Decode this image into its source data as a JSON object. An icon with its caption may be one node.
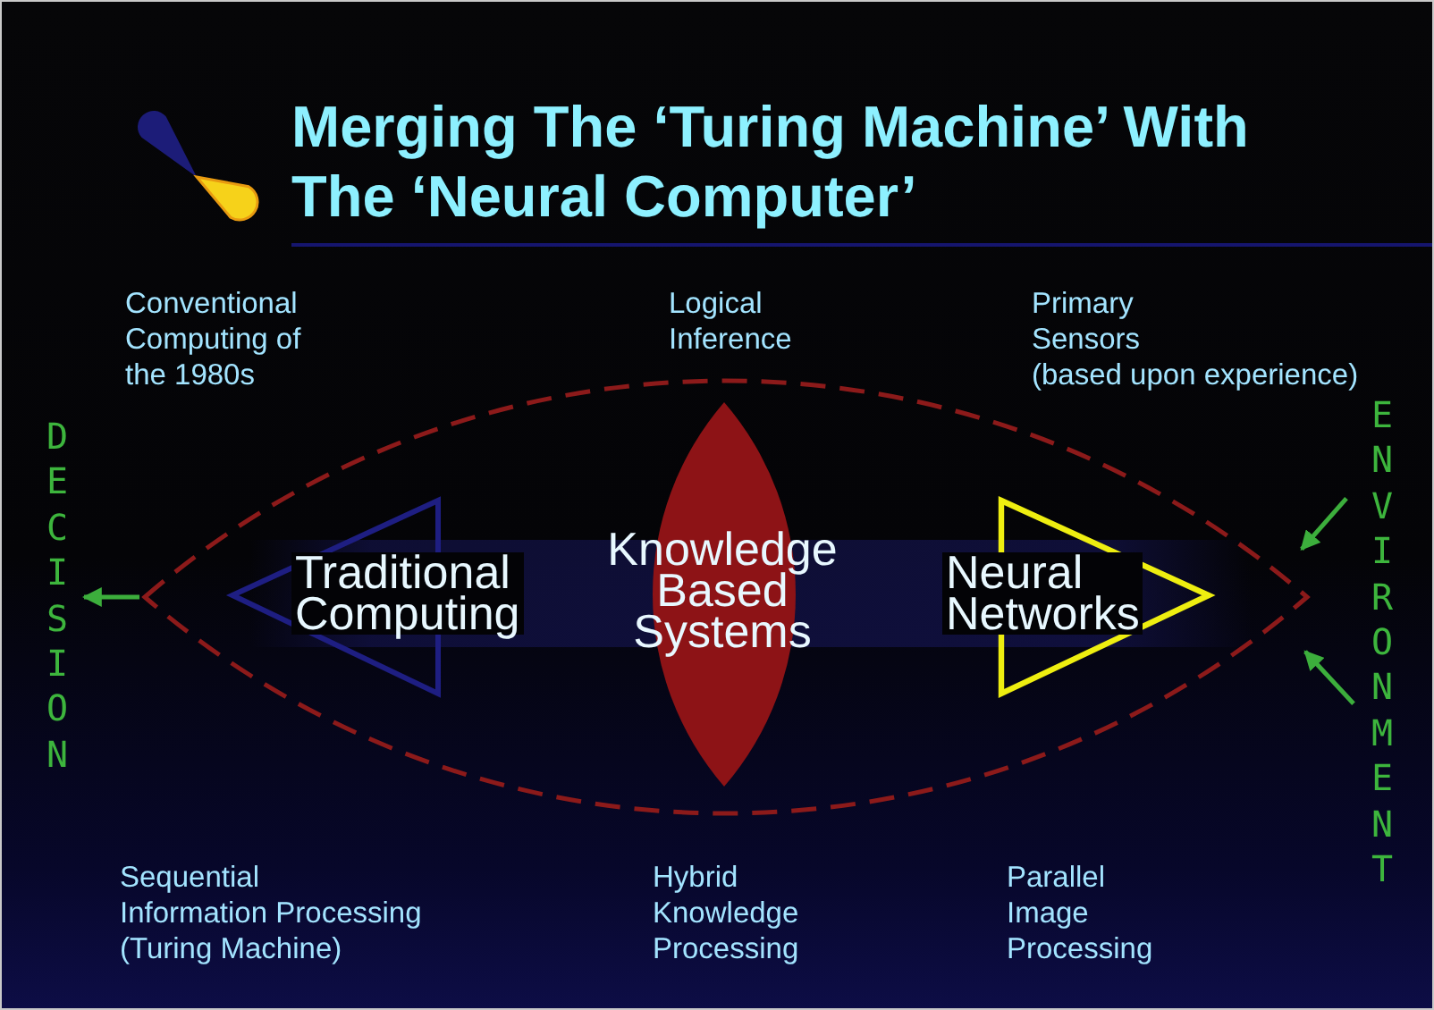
{
  "diagram": {
    "title": "Merging The ‘Turing Machine’ With The ‘Neural Computer’",
    "nodes": [
      {
        "text": [],
        "shape": "lens"
      },
      {
        "text": [
          "Traditional Computing"
        ],
        "in": 0
      },
      {
        "text": [
          "Knowledge Based Systems"
        ],
        "in": 0
      },
      {
        "text": [
          "Neural Networks"
        ],
        "in": 0
      },
      {
        "text": [
          "DECISION"
        ]
      },
      {
        "text": [
          "ENVIRONMENT"
        ]
      }
    ],
    "edges": [
      {
        "from": 0,
        "to": 4,
        "arrow": "to"
      },
      {
        "from": 5,
        "to": 0,
        "arrow": "to"
      },
      {
        "from": 5,
        "to": 0,
        "arrow": "to"
      }
    ],
    "labels": [
      "Conventional Computing of the 1980s",
      "Logical Inference",
      "Primary Sensors (based upon experience)",
      "Sequential Information Processing (Turing Machine)",
      "Hybrid Knowledge Processing",
      "Parallel Image Processing"
    ]
  }
}
